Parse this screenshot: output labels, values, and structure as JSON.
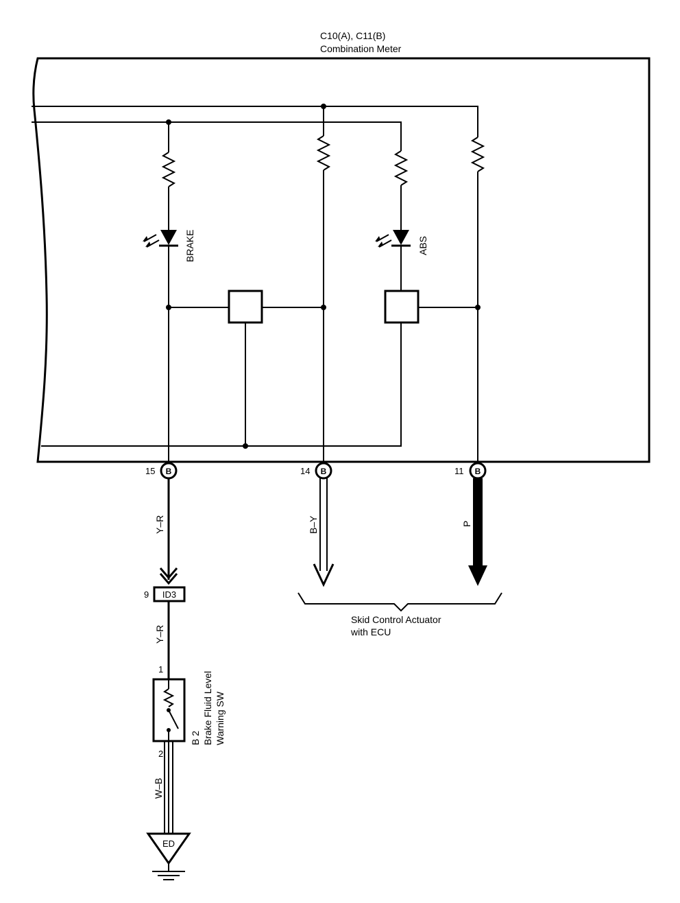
{
  "meter": {
    "connector_ref": "C10(A), C11(B)",
    "name": "Combination Meter"
  },
  "indicators": {
    "brake": "BRAKE",
    "abs": "ABS"
  },
  "pins": {
    "p15": "15",
    "p14": "14",
    "p11": "11",
    "connector_letter": "B"
  },
  "wires": {
    "w_yr_1": "Y–R",
    "w_by": "B–Y",
    "w_p": "P",
    "w_yr_2": "Y–R",
    "w_wb": "W–B"
  },
  "junction": {
    "pin": "9",
    "label": "ID3"
  },
  "actuator": {
    "line1": "Skid Control Actuator",
    "line2": "with ECU"
  },
  "switch": {
    "pin_top": "1",
    "pin_bottom": "2",
    "ref": "B 2",
    "name1": "Brake Fluid Level",
    "name2": "Warning SW"
  },
  "ground": {
    "label": "ED"
  }
}
